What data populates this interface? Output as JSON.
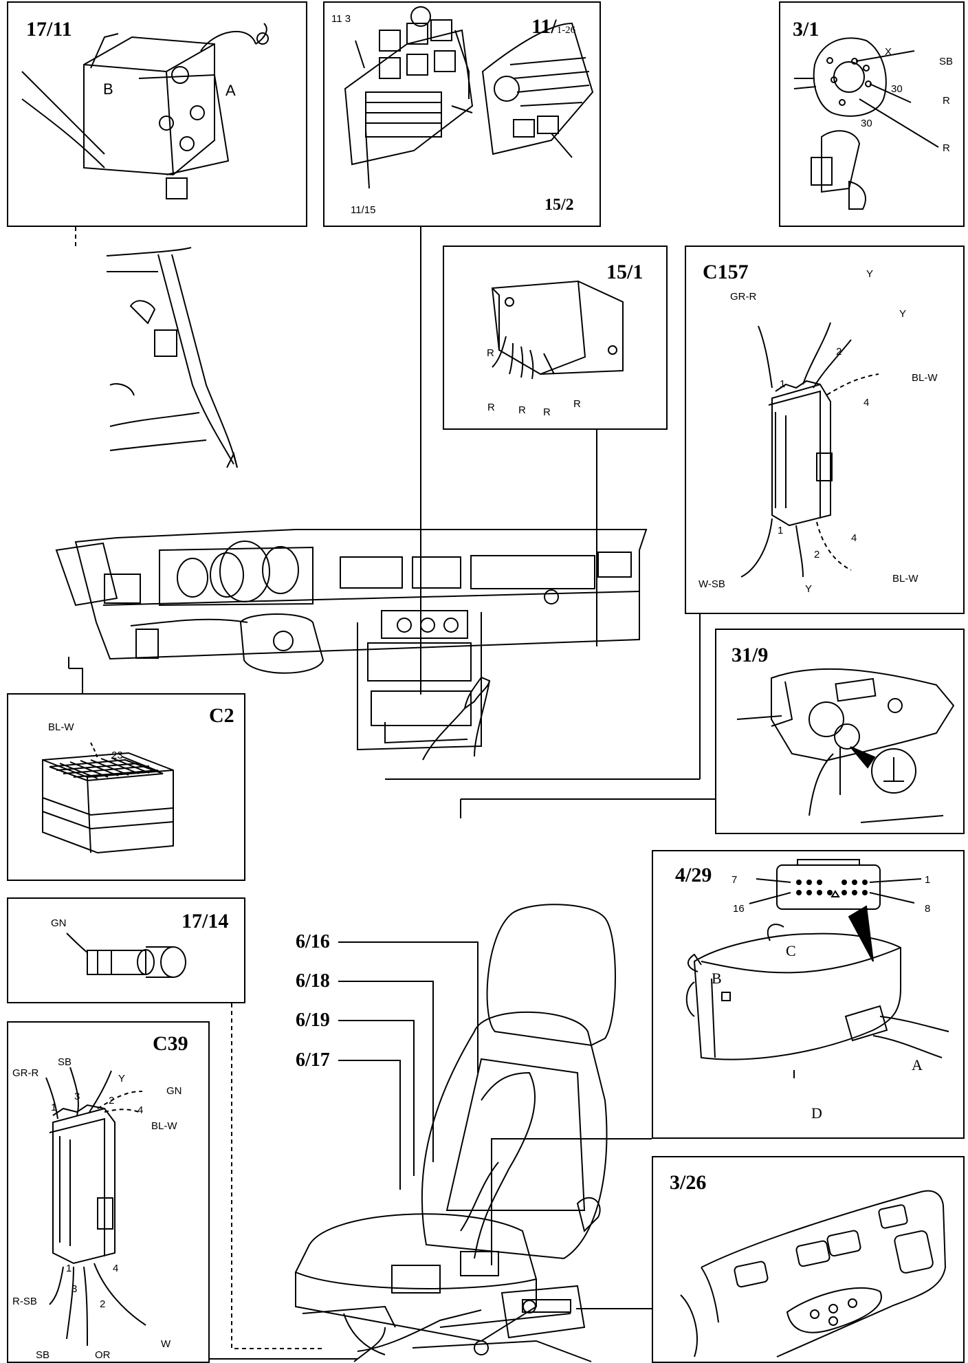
{
  "panels": {
    "p1711": {
      "title": "17/11",
      "labels": [
        "B",
        "A"
      ]
    },
    "p11": {
      "title": "11/",
      "title_suffix": "1-26",
      "labels": [
        "11 3",
        "11/15",
        "15/2"
      ]
    },
    "p31": {
      "title": "3/1",
      "labels": [
        "X",
        "SB",
        "30",
        "R",
        "30",
        "R"
      ]
    },
    "p151": {
      "title": "15/1",
      "labels": [
        "R",
        "R",
        "R",
        "R",
        "R"
      ]
    },
    "pc157": {
      "title": "C157",
      "labels": [
        "GR-R",
        "Y",
        "Y",
        "2",
        "1",
        "BL-W",
        "4",
        "1",
        "2",
        "4",
        "W-SB",
        "Y",
        "BL-W"
      ]
    },
    "p319": {
      "title": "31/9"
    },
    "pc2": {
      "title": "C2",
      "labels": [
        "BL-W",
        "23"
      ]
    },
    "p429": {
      "title": "4/29",
      "labels": [
        "7",
        "1",
        "16",
        "8",
        "C",
        "B",
        "A",
        "D"
      ]
    },
    "p1714": {
      "title": "17/14",
      "labels": [
        "GN"
      ]
    },
    "pc39": {
      "title": "C39",
      "labels": [
        "GR-R",
        "SB",
        "Y",
        "1",
        "3",
        "2",
        "GN",
        "4",
        "BL-W",
        "1",
        "4",
        "R-SB",
        "3",
        "2",
        "W",
        "SB",
        "OR"
      ]
    },
    "p326": {
      "title": "3/26"
    }
  },
  "callouts": [
    "6/16",
    "6/18",
    "6/19",
    "6/17"
  ]
}
